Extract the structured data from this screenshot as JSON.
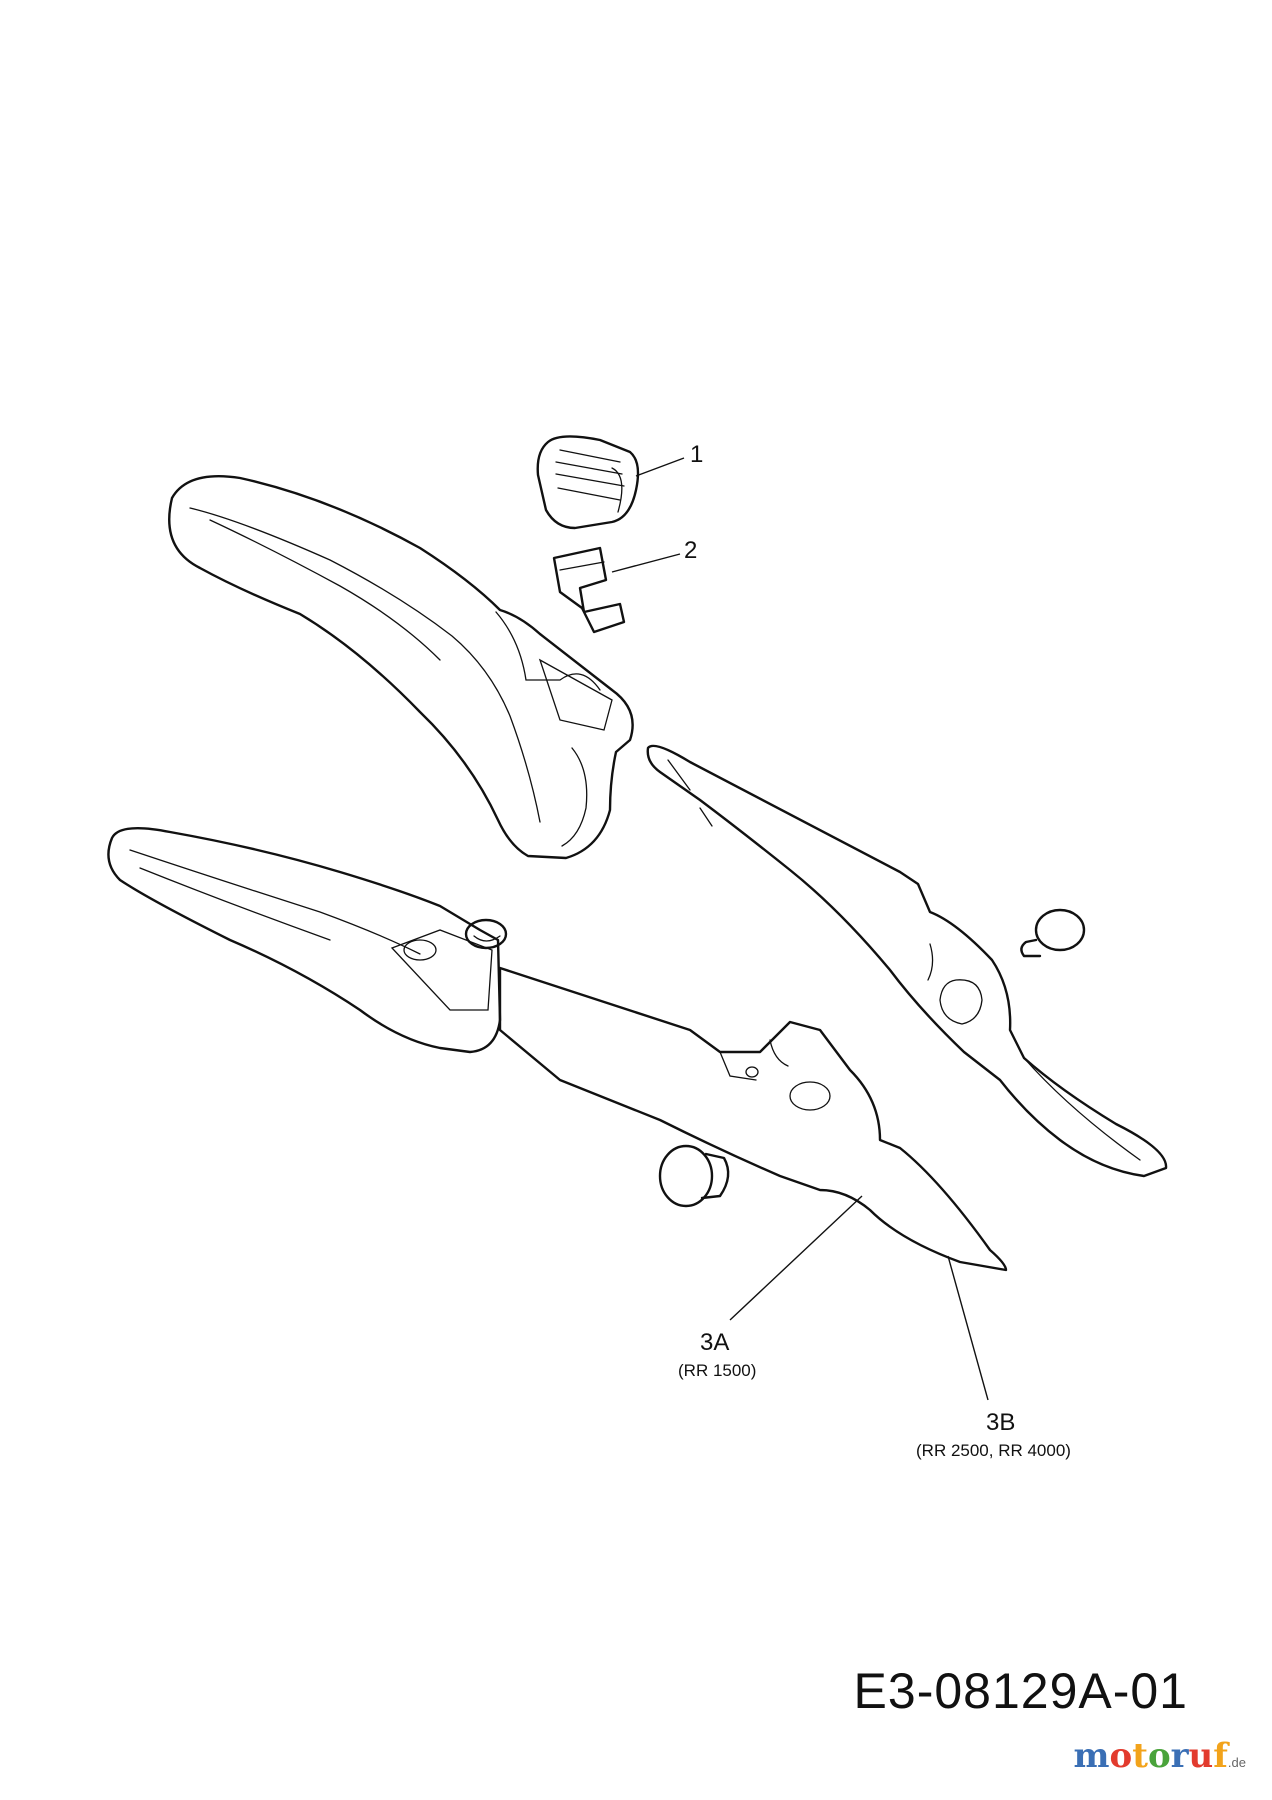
{
  "callouts": [
    {
      "id": "1",
      "label": "1",
      "note": ""
    },
    {
      "id": "2",
      "label": "2",
      "note": ""
    },
    {
      "id": "3A",
      "label": "3A",
      "note": "(RR 1500)"
    },
    {
      "id": "3B",
      "label": "3B",
      "note": "(RR 2500, RR 4000)"
    }
  ],
  "drawing_code": "E3-08129A-01",
  "logo": {
    "letters": [
      "m",
      "o",
      "t",
      "o",
      "r",
      "u",
      "f"
    ],
    "letter_colors": [
      "#3a6fb5",
      "#e23b2e",
      "#f2a31b",
      "#4aa33b",
      "#3a6fb5",
      "#e23b2e",
      "#f2a31b"
    ],
    "suffix": ".de"
  }
}
